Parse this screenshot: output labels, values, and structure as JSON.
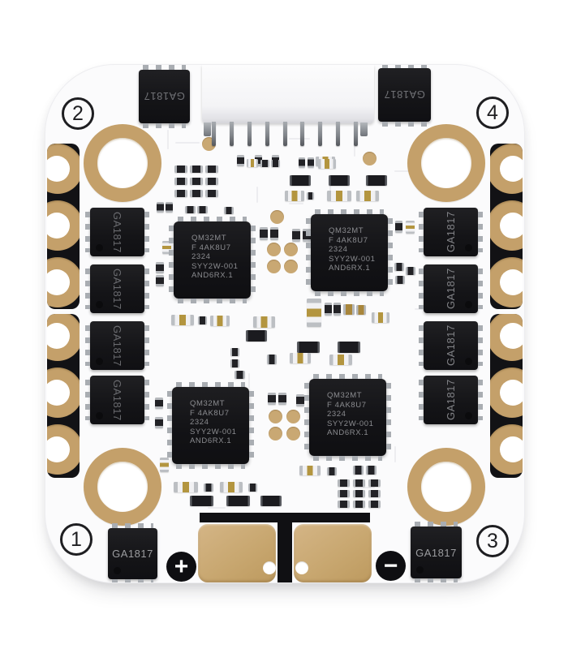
{
  "board": {
    "corner_numbers": {
      "top_left": "2",
      "top_right": "4",
      "bottom_left": "1",
      "bottom_right": "3"
    },
    "mosfet_label": "GA1817",
    "driver_chip_lines": [
      "QM32MT",
      "F 4AK8U7",
      "2324",
      "SYY2W-001",
      "AND6RX.1"
    ],
    "polarity": {
      "positive": "+",
      "negative": "−"
    },
    "colors": {
      "gold": "#c4a06a",
      "pad_gold": "#c8a770",
      "component_black": "#141417",
      "board_white": "#fbfbfc",
      "ink": "#1e1e21"
    }
  }
}
